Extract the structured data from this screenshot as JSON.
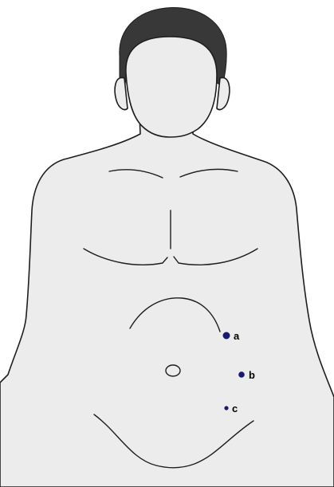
{
  "colors": {
    "skin": "#ececec",
    "outline": "#1e1e1e",
    "hair": "#383838",
    "marker": "#191970",
    "background": "#ffffff"
  },
  "markers": [
    {
      "id": "a",
      "label": "a",
      "relative_size": "large"
    },
    {
      "id": "b",
      "label": "b",
      "relative_size": "medium"
    },
    {
      "id": "c",
      "label": "c",
      "relative_size": "small"
    }
  ]
}
